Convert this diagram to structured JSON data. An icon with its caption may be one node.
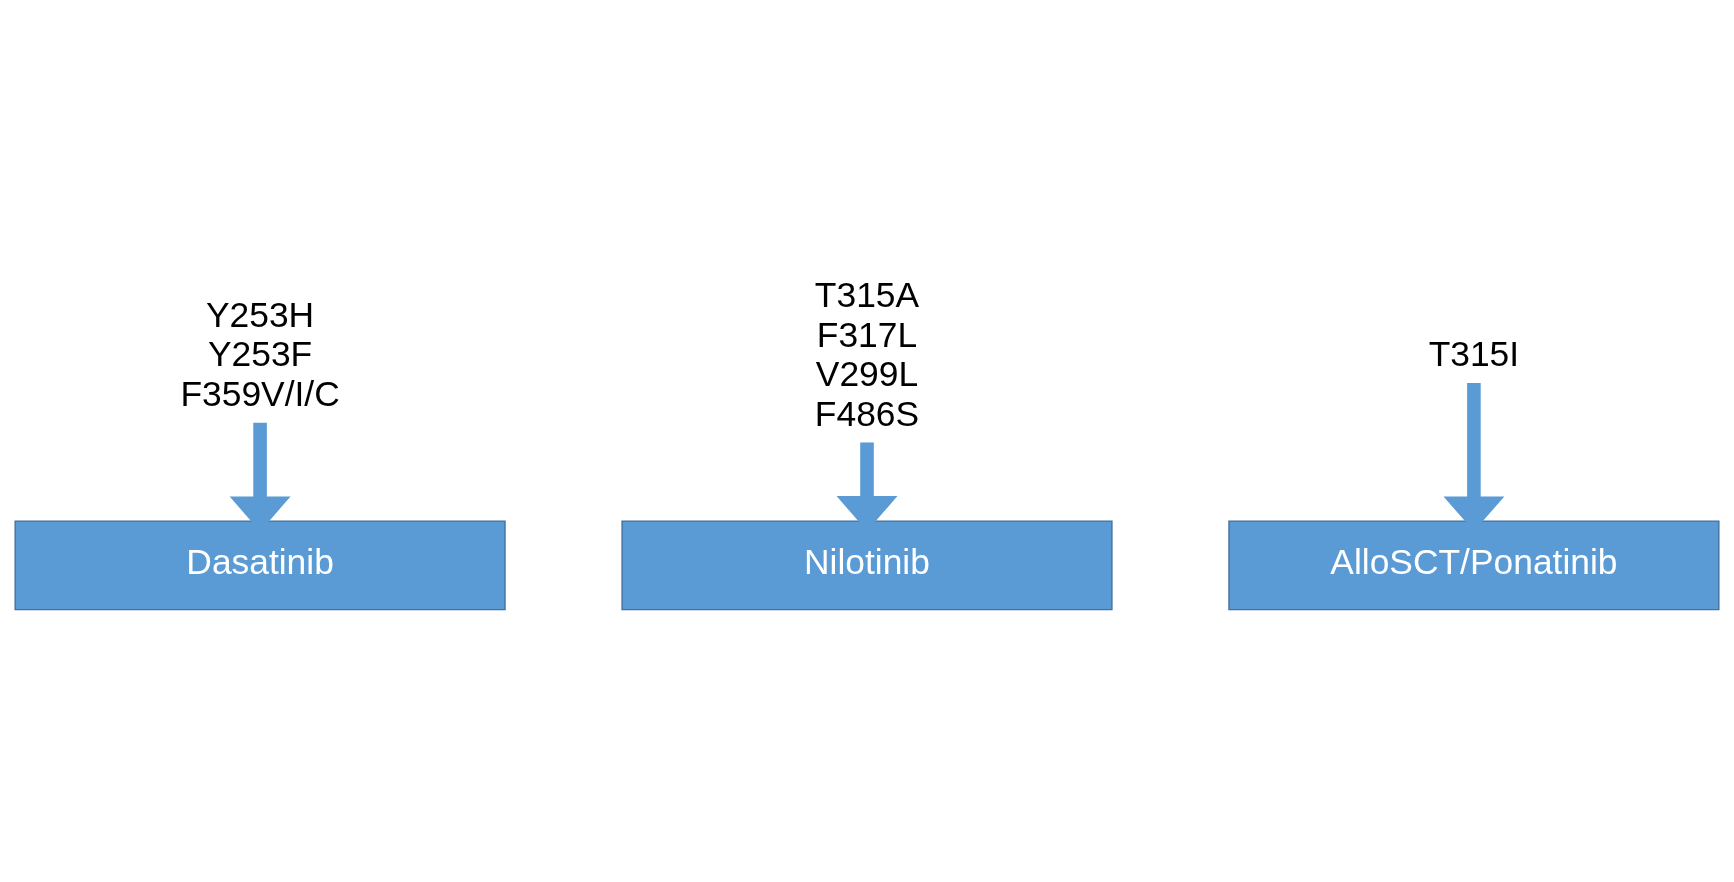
{
  "diagram": {
    "nodes": [
      {
        "text": [
          "Y253H",
          "Y253F",
          "F359V/I/C"
        ]
      },
      {
        "text": [
          "T315A",
          "F317L",
          "V299L",
          "F486S"
        ]
      },
      {
        "text": [
          "Dasatinib"
        ]
      },
      {
        "text": [
          "Nilotinib"
        ]
      },
      {
        "text": [
          "T315I"
        ]
      },
      {
        "text": [
          "AlloSCT/Ponatinib"
        ]
      }
    ],
    "edges": [
      {
        "from": 0,
        "to": 2,
        "arrow": "to"
      },
      {
        "from": 1,
        "to": 3,
        "arrow": "to"
      },
      {
        "from": 4,
        "to": 5,
        "arrow": "to"
      }
    ]
  }
}
